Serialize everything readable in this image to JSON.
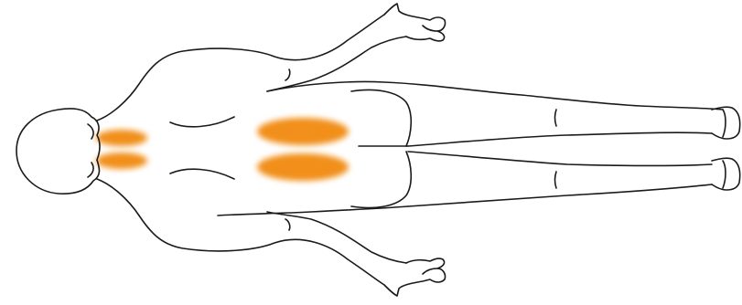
{
  "figure": {
    "subject": "body-back-view",
    "orientation": "lying-horizontal",
    "outline_color": "#1a1a1a",
    "background_color": "#ffffff"
  },
  "highlights": {
    "color": "#f0890f",
    "regions": [
      {
        "name": "neck-upper-left"
      },
      {
        "name": "neck-lower-right"
      },
      {
        "name": "lower-back-left"
      },
      {
        "name": "lower-back-right"
      }
    ]
  }
}
